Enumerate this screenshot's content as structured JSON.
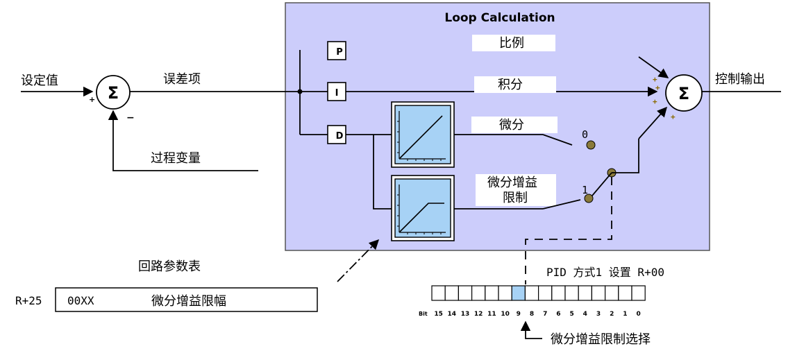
{
  "panel": {
    "title": "Loop Calculation",
    "fill": "#cccdfb",
    "filter_fill": "#a7d2f5"
  },
  "labels": {
    "setpoint": "设定值",
    "error_term": "误差项",
    "process_variable": "过程变量",
    "control_output": "控制输出",
    "proportional": "比例",
    "integral": "积分",
    "derivative": "微分",
    "derivative_gain_limit_line1": "微分增益",
    "derivative_gain_limit_line2": "限制",
    "loop_table": "回路参数表",
    "gain_limit_select": "微分增益限制选择"
  },
  "blocks": {
    "p": "P",
    "i": "I",
    "d": "D",
    "sum": "Σ"
  },
  "signs": {
    "sp_plus": "+",
    "pv_minus": "−",
    "out_plus": "+"
  },
  "switch": {
    "pos0": "0",
    "pos1": "1"
  },
  "param_table": {
    "address": "R+25",
    "value": "00XX",
    "description": "微分增益限幅"
  },
  "register": {
    "title": "PID 方式1 设置 R+00",
    "bit_label": "Bit",
    "bits": [
      "15",
      "14",
      "13",
      "12",
      "11",
      "10",
      "9",
      "8",
      "7",
      "6",
      "5",
      "4",
      "3",
      "2",
      "1",
      "0"
    ],
    "highlight_bit": "9",
    "highlight_color": "#a7d2f5"
  }
}
